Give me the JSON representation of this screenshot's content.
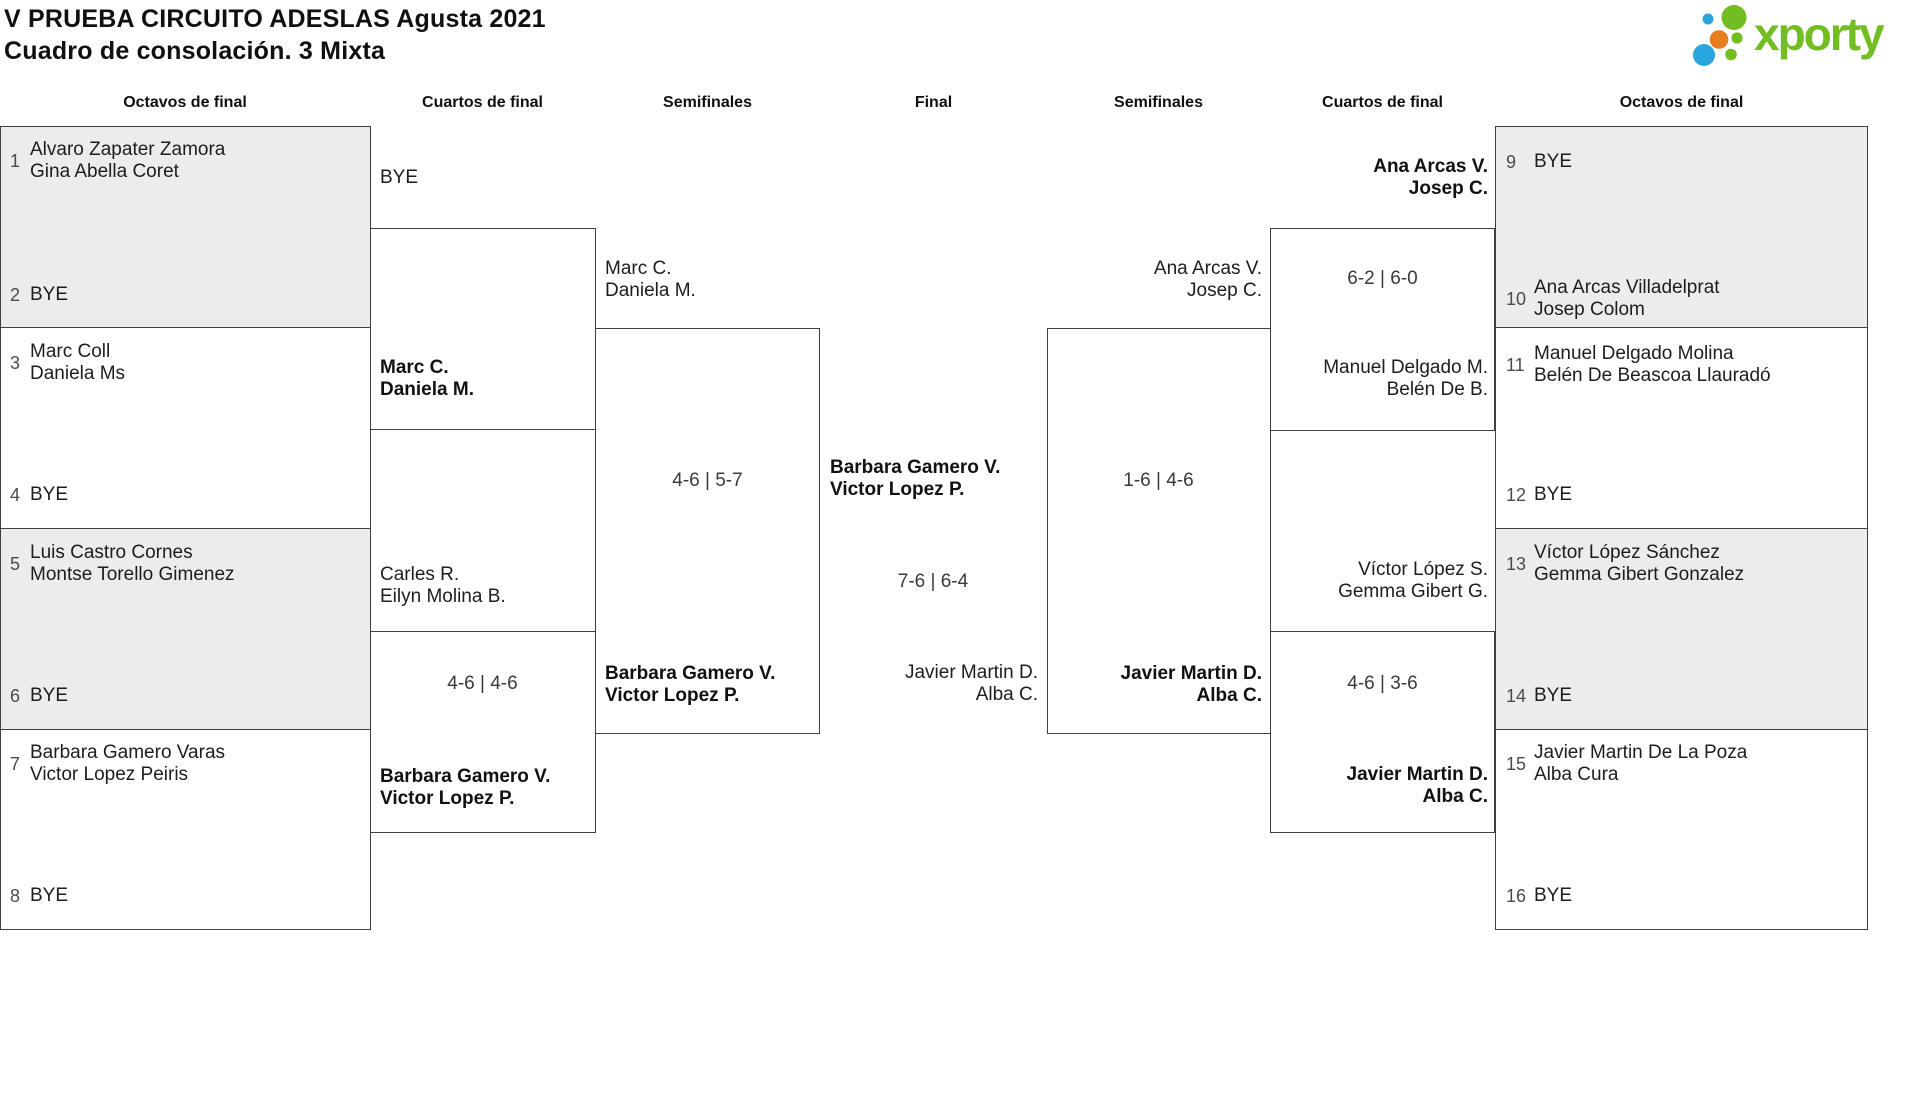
{
  "title": {
    "line1": "V PRUEBA CIRCUITO ADESLAS Agusta 2021",
    "line2": "Cuadro de consolación. 3 Mixta"
  },
  "logo": {
    "brand": "xporty"
  },
  "colors": {
    "brand_green": "#72bd22",
    "brand_blue": "#2aa5dd",
    "brand_orange": "#e87d1e",
    "shaded_box": "#ececec",
    "line": "#3f3f3f"
  },
  "round_headers": [
    "Octavos de final",
    "Cuartos de final",
    "Semifinales",
    "Final",
    "Semifinales",
    "Cuartos de final",
    "Octavos de final"
  ],
  "seeds_left": [
    {
      "n": "1",
      "l1": "Alvaro Zapater Zamora",
      "l2": "Gina Abella Coret"
    },
    {
      "n": "2",
      "l1": "BYE"
    },
    {
      "n": "3",
      "l1": "Marc Coll",
      "l2": "Daniela Ms"
    },
    {
      "n": "4",
      "l1": "BYE"
    },
    {
      "n": "5",
      "l1": "Luis Castro Cornes",
      "l2": "Montse Torello Gimenez"
    },
    {
      "n": "6",
      "l1": "BYE"
    },
    {
      "n": "7",
      "l1": "Barbara Gamero Varas",
      "l2": "Victor Lopez Peiris"
    },
    {
      "n": "8",
      "l1": "BYE"
    }
  ],
  "seeds_right": [
    {
      "n": "9",
      "l1": "BYE"
    },
    {
      "n": "10",
      "l1": "Ana Arcas Villadelprat",
      "l2": "Josep Colom"
    },
    {
      "n": "11",
      "l1": "Manuel Delgado Molina",
      "l2": "Belén De Beascoa Llauradó"
    },
    {
      "n": "12",
      "l1": "BYE"
    },
    {
      "n": "13",
      "l1": "Víctor López Sánchez",
      "l2": "Gemma Gibert Gonzalez"
    },
    {
      "n": "14",
      "l1": "BYE"
    },
    {
      "n": "15",
      "l1": "Javier Martin De La Poza",
      "l2": "Alba Cura"
    },
    {
      "n": "16",
      "l1": "BYE"
    }
  ],
  "matches": {
    "qf_left_1": {
      "a1": "BYE",
      "b1": "Marc C.",
      "b2": "Daniela M.",
      "score": ""
    },
    "qf_left_2": {
      "a1": "Carles R.",
      "a2": "Eilyn Molina B.",
      "b1": "Barbara Gamero V.",
      "b2": "Victor Lopez P.",
      "score": "4-6 | 4-6"
    },
    "sf_left": {
      "a1": "Marc C.",
      "a2": "Daniela M.",
      "b1": "Barbara Gamero V.",
      "b2": "Victor Lopez P.",
      "score": "4-6 | 5-7"
    },
    "final": {
      "a1": "Barbara Gamero V.",
      "a2": "Victor Lopez P.",
      "b1": "Javier Martin D.",
      "b2": "Alba C.",
      "score": "7-6 | 6-4"
    },
    "sf_right": {
      "a1": "Ana Arcas V.",
      "a2": "Josep C.",
      "b1": "Javier Martin D.",
      "b2": "Alba C.",
      "score": "1-6 | 4-6"
    },
    "qf_right_1": {
      "a1": "Ana Arcas V.",
      "a2": "Josep C.",
      "b1": "Manuel Delgado M.",
      "b2": "Belén De B.",
      "score": "6-2 | 6-0"
    },
    "qf_right_2": {
      "a1": "Víctor López S.",
      "a2": "Gemma Gibert G.",
      "b1": "Javier Martin D.",
      "b2": "Alba C.",
      "score": "4-6 | 3-6"
    }
  }
}
